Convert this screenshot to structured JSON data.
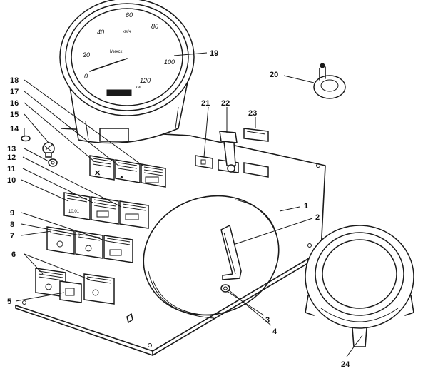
{
  "labels": [
    {
      "id": "1",
      "text": "1"
    },
    {
      "id": "2",
      "text": "2"
    },
    {
      "id": "3",
      "text": "3"
    },
    {
      "id": "4",
      "text": "4"
    },
    {
      "id": "5",
      "text": "5"
    },
    {
      "id": "6",
      "text": "6"
    },
    {
      "id": "7",
      "text": "7"
    },
    {
      "id": "8",
      "text": "8"
    },
    {
      "id": "9",
      "text": "9"
    },
    {
      "id": "10",
      "text": "10"
    },
    {
      "id": "11",
      "text": "11"
    },
    {
      "id": "12",
      "text": "12"
    },
    {
      "id": "13",
      "text": "13"
    },
    {
      "id": "14",
      "text": "14"
    },
    {
      "id": "15",
      "text": "15"
    },
    {
      "id": "16",
      "text": "16"
    },
    {
      "id": "17",
      "text": "17"
    },
    {
      "id": "18",
      "text": "18"
    },
    {
      "id": "19",
      "text": "19"
    },
    {
      "id": "20",
      "text": "20"
    },
    {
      "id": "21",
      "text": "21"
    },
    {
      "id": "22",
      "text": "22"
    },
    {
      "id": "23",
      "text": "23"
    },
    {
      "id": "24",
      "text": "24"
    }
  ],
  "speedometer": {
    "scale": [
      "0",
      "20",
      "40",
      "60",
      "80",
      "100",
      "120"
    ],
    "unit_top": "км/ч",
    "unit_bottom": "км",
    "brand": "Минск"
  },
  "switch_labels": {
    "switch_10": "10.01"
  }
}
